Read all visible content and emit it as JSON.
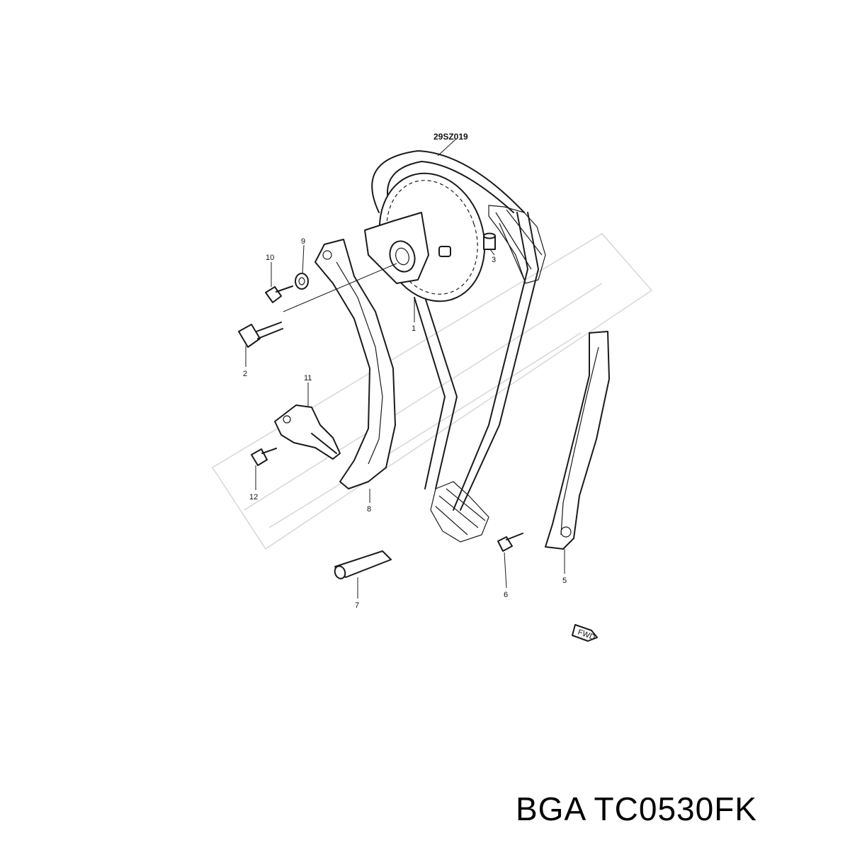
{
  "diagram": {
    "code": "29SZ019",
    "fwd_label": "FWD",
    "callouts": [
      {
        "id": "c1",
        "label": "1"
      },
      {
        "id": "c2",
        "label": "2"
      },
      {
        "id": "c3",
        "label": "3"
      },
      {
        "id": "c5",
        "label": "5"
      },
      {
        "id": "c6",
        "label": "6"
      },
      {
        "id": "c7",
        "label": "7"
      },
      {
        "id": "c8",
        "label": "8"
      },
      {
        "id": "c9",
        "label": "9"
      },
      {
        "id": "c10",
        "label": "10"
      },
      {
        "id": "c11",
        "label": "11"
      },
      {
        "id": "c12",
        "label": "12"
      }
    ]
  },
  "part_number": "BGA TC0530FK"
}
